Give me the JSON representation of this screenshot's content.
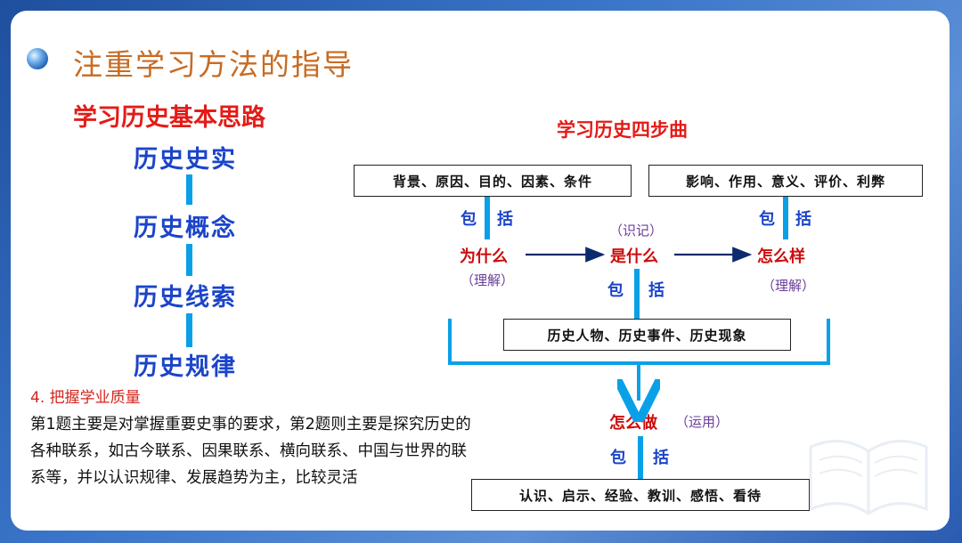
{
  "title": "注重学习方法的指导",
  "left_heading": "学习历史基本思路",
  "chain": [
    "历史史实",
    "历史概念",
    "历史线索",
    "历史规律"
  ],
  "right_heading": "学习历史四步曲",
  "box_why": "背景、原因、目的、因素、条件",
  "box_how": "影响、作用、意义、评价、利弊",
  "box_what": "历史人物、历史事件、历史现象",
  "box_do": "认识、启示、经验、教训、感悟、看待",
  "include_bao": "包",
  "include_kuo": "括",
  "step_why": "为什么",
  "step_why_note": "（理解）",
  "step_what": "是什么",
  "step_what_note": "（识记）",
  "step_how": "怎么样",
  "step_how_note": "（理解）",
  "step_do": "怎么做",
  "step_do_note": "（运用）",
  "section_heading": "4.  把握学业质量",
  "section_text": "第1题主要是对掌握重要史事的要求，第2题则主要是探究历史的各种联系，如古今联系、因果联系、横向联系、中国与世界的联系等，并以认识规律、发展趋势为主，比较灵活",
  "colors": {
    "accent_red": "#e41b17",
    "accent_blue": "#1a44c9",
    "line_blue": "#0aa0e8",
    "title_orange": "#c86b22"
  }
}
